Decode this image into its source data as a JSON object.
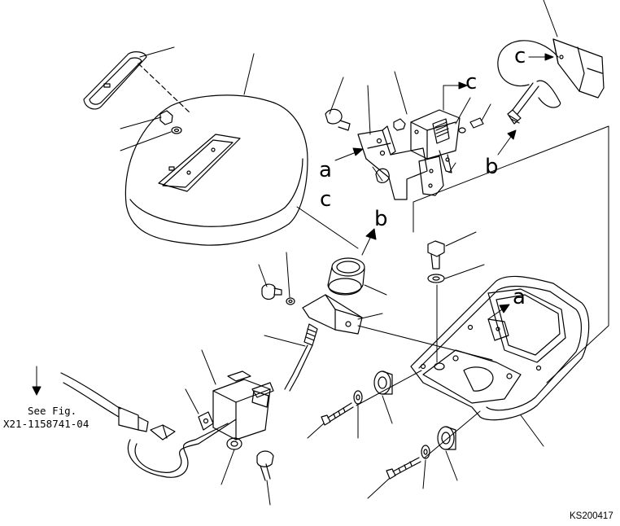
{
  "callouts": {
    "a_upper": "a",
    "a_lower": "a",
    "b_upper": "b",
    "b_lower": "b",
    "c_upper_right": "c",
    "c_left": "c",
    "c_connector": "c"
  },
  "reference_note": {
    "line1": "See Fig.",
    "line2": "X21-1158741-04"
  },
  "drawing_code": "KS200417",
  "colors": {
    "ink": "#000000",
    "paper": "#ffffff"
  }
}
